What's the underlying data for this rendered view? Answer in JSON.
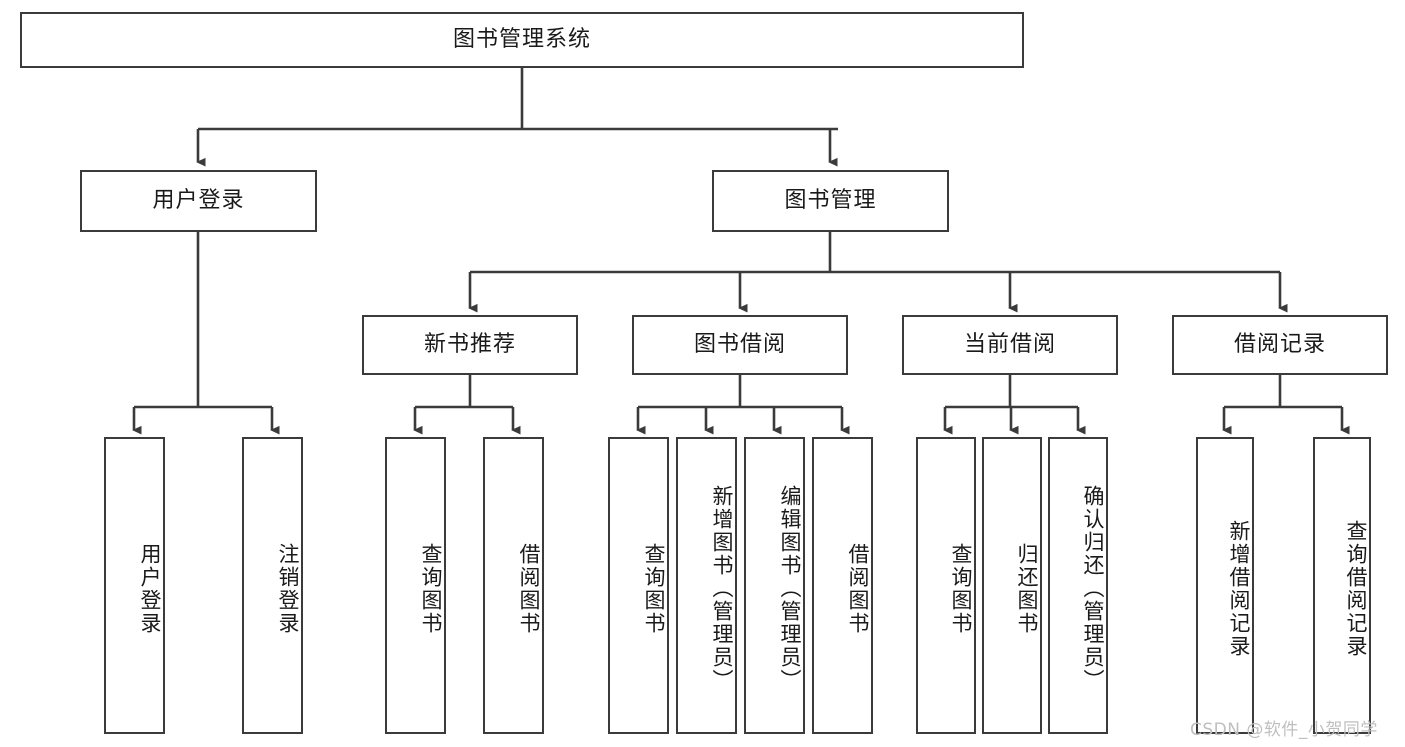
{
  "diagram": {
    "type": "hierarchy-tree",
    "title_node": "图书管理系统",
    "watermark": "CSDN @软件_小贺同学",
    "colors": {
      "box_border": "#3b3b3b",
      "box_fill": "#ffffff",
      "edge": "#3b3b3b",
      "text": "#1a1a1a",
      "watermark": "#bfbfbf",
      "background": "#ffffff"
    },
    "levels": {
      "level1": [
        "图书管理系统"
      ],
      "level2": [
        "用户登录",
        "图书管理"
      ],
      "level3": [
        "新书推荐",
        "图书借阅",
        "当前借阅",
        "借阅记录"
      ],
      "level4": [
        "用户登录",
        "注销登录",
        "查询图书",
        "借阅图书",
        "查询图书",
        "新增图书（管理员）",
        "编辑图书（管理员）",
        "借阅图书",
        "查询图书",
        "归还图书",
        "确认归还（管理员）",
        "新增借阅记录",
        "查询借阅记录"
      ]
    },
    "nodes": {
      "root": {
        "label": "图书管理系统"
      },
      "user_login": {
        "label": "用户登录"
      },
      "book_manage": {
        "label": "图书管理"
      },
      "new_book_rec": {
        "label": "新书推荐"
      },
      "book_borrow": {
        "label": "图书借阅"
      },
      "current_borrow": {
        "label": "当前借阅"
      },
      "borrow_record": {
        "label": "借阅记录"
      },
      "leaf_user_login": {
        "label": "用户登录"
      },
      "leaf_logout": {
        "label": "注销登录"
      },
      "leaf_query_book_1": {
        "label": "查询图书"
      },
      "leaf_borrow_book_1": {
        "label": "借阅图书"
      },
      "leaf_query_book_2": {
        "label": "查询图书"
      },
      "leaf_add_book_admin": {
        "label": "新增图书（管理员）"
      },
      "leaf_edit_book_admin": {
        "label": "编辑图书（管理员）"
      },
      "leaf_borrow_book_2": {
        "label": "借阅图书"
      },
      "leaf_query_book_3": {
        "label": "查询图书"
      },
      "leaf_return_book": {
        "label": "归还图书"
      },
      "leaf_confirm_return_admin": {
        "label": "确认归还（管理员）"
      },
      "leaf_add_record": {
        "label": "新增借阅记录"
      },
      "leaf_query_record": {
        "label": "查询借阅记录"
      }
    },
    "edges": [
      {
        "from": "图书管理系统",
        "to": "用户登录"
      },
      {
        "from": "图书管理系统",
        "to": "图书管理"
      },
      {
        "from": "用户登录",
        "to": "用户登录"
      },
      {
        "from": "用户登录",
        "to": "注销登录"
      },
      {
        "from": "图书管理",
        "to": "新书推荐"
      },
      {
        "from": "图书管理",
        "to": "图书借阅"
      },
      {
        "from": "图书管理",
        "to": "当前借阅"
      },
      {
        "from": "图书管理",
        "to": "借阅记录"
      },
      {
        "from": "新书推荐",
        "to": "查询图书"
      },
      {
        "from": "新书推荐",
        "to": "借阅图书"
      },
      {
        "from": "图书借阅",
        "to": "查询图书"
      },
      {
        "from": "图书借阅",
        "to": "新增图书（管理员）"
      },
      {
        "from": "图书借阅",
        "to": "编辑图书（管理员）"
      },
      {
        "from": "图书借阅",
        "to": "借阅图书"
      },
      {
        "from": "当前借阅",
        "to": "查询图书"
      },
      {
        "from": "当前借阅",
        "to": "归还图书"
      },
      {
        "from": "当前借阅",
        "to": "确认归还（管理员）"
      },
      {
        "from": "借阅记录",
        "to": "新增借阅记录"
      },
      {
        "from": "借阅记录",
        "to": "查询借阅记录"
      }
    ]
  }
}
